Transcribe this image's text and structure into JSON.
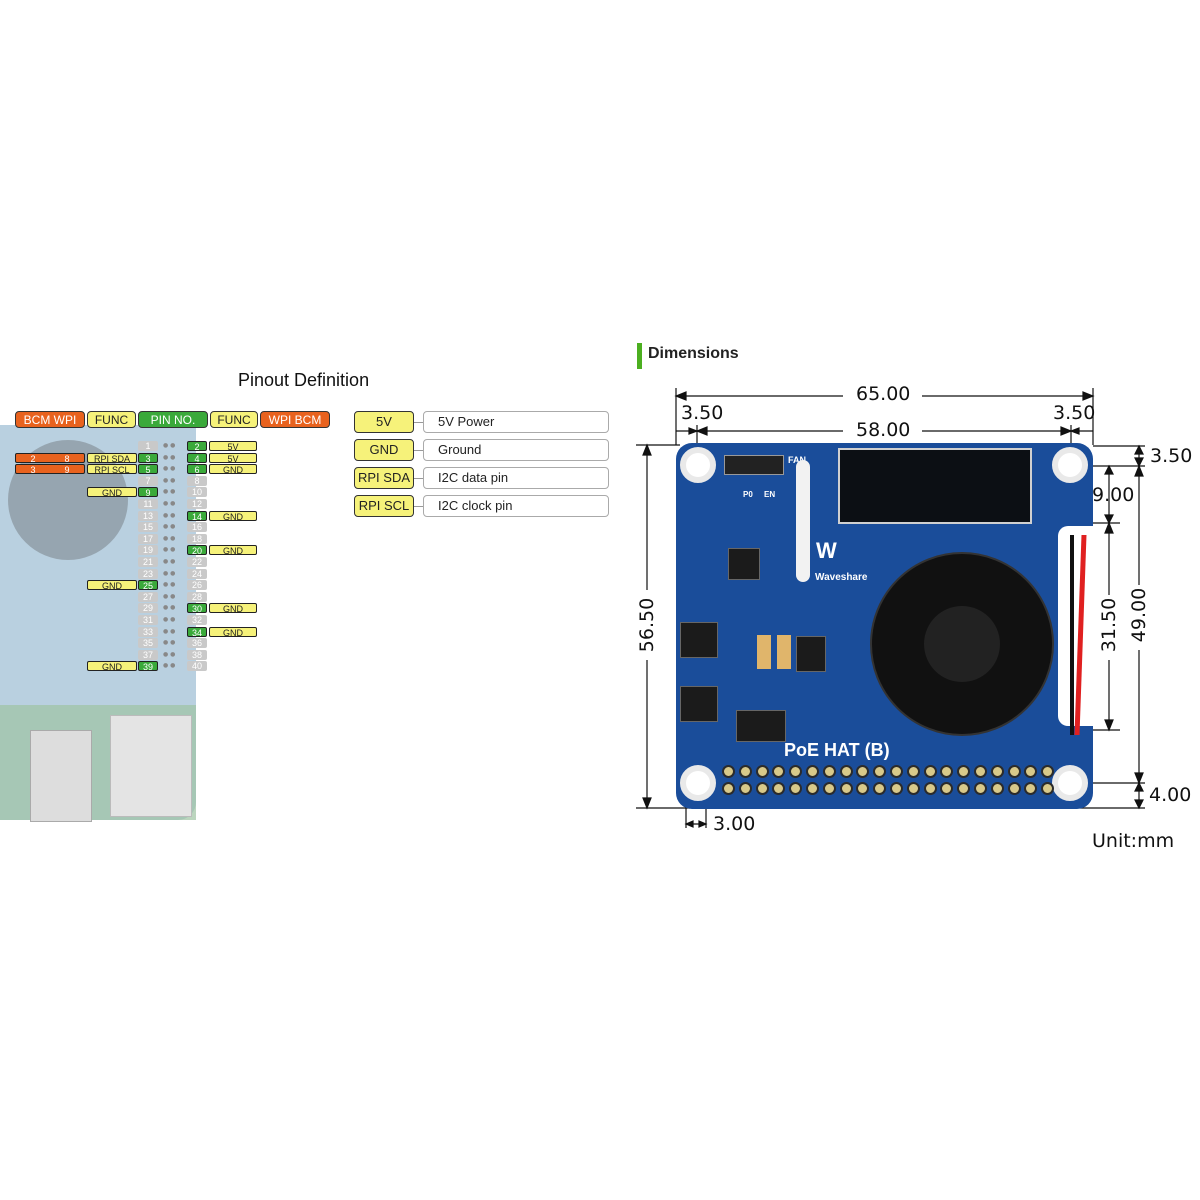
{
  "pinout": {
    "title": "Pinout Definition",
    "headers": {
      "left_bcm_wpi": "BCM   WPI",
      "left_func": "FUNC",
      "pin_no": "PIN NO.",
      "right_func": "FUNC",
      "right_wpi_bcm": "WPI   BCM"
    },
    "left_pins": [
      {
        "pin": "1",
        "active": false
      },
      {
        "pin": "3",
        "active": true,
        "func": "RPI SDA",
        "bcm": "2",
        "wpi": "8"
      },
      {
        "pin": "5",
        "active": true,
        "func": "RPI SCL",
        "bcm": "3",
        "wpi": "9"
      },
      {
        "pin": "7",
        "active": false
      },
      {
        "pin": "9",
        "active": true,
        "func": "GND"
      },
      {
        "pin": "11",
        "active": false
      },
      {
        "pin": "13",
        "active": false
      },
      {
        "pin": "15",
        "active": false
      },
      {
        "pin": "17",
        "active": false
      },
      {
        "pin": "19",
        "active": false
      },
      {
        "pin": "21",
        "active": false
      },
      {
        "pin": "23",
        "active": false
      },
      {
        "pin": "25",
        "active": true,
        "func": "GND"
      },
      {
        "pin": "27",
        "active": false
      },
      {
        "pin": "29",
        "active": false
      },
      {
        "pin": "31",
        "active": false
      },
      {
        "pin": "33",
        "active": false
      },
      {
        "pin": "35",
        "active": false
      },
      {
        "pin": "37",
        "active": false
      },
      {
        "pin": "39",
        "active": true,
        "func": "GND"
      }
    ],
    "right_pins": [
      {
        "pin": "2",
        "active": true,
        "func": "5V"
      },
      {
        "pin": "4",
        "active": true,
        "func": "5V"
      },
      {
        "pin": "6",
        "active": true,
        "func": "GND"
      },
      {
        "pin": "8",
        "active": false
      },
      {
        "pin": "10",
        "active": false
      },
      {
        "pin": "12",
        "active": false
      },
      {
        "pin": "14",
        "active": true,
        "func": "GND"
      },
      {
        "pin": "16",
        "active": false
      },
      {
        "pin": "18",
        "active": false
      },
      {
        "pin": "20",
        "active": true,
        "func": "GND"
      },
      {
        "pin": "22",
        "active": false
      },
      {
        "pin": "24",
        "active": false
      },
      {
        "pin": "26",
        "active": false
      },
      {
        "pin": "28",
        "active": false
      },
      {
        "pin": "30",
        "active": true,
        "func": "GND"
      },
      {
        "pin": "32",
        "active": false
      },
      {
        "pin": "34",
        "active": true,
        "func": "GND"
      },
      {
        "pin": "36",
        "active": false
      },
      {
        "pin": "38",
        "active": false
      },
      {
        "pin": "40",
        "active": false
      }
    ],
    "legend": [
      {
        "key": "5V",
        "desc": "5V Power"
      },
      {
        "key": "GND",
        "desc": "Ground"
      },
      {
        "key": "RPI SDA",
        "desc": "I2C data pin"
      },
      {
        "key": "RPI SCL",
        "desc": "I2C clock pin"
      }
    ]
  },
  "dimensions": {
    "title": "Dimensions",
    "accent_color": "#4caf20",
    "board": {
      "label": "PoE HAT (B)",
      "brand": "Waveshare",
      "fan_label": "FAN",
      "switch_labels": [
        "P0",
        "EN"
      ]
    },
    "measurements": {
      "total_width": "65.00",
      "hole_span_width": "58.00",
      "left_edge_offset": "3.50",
      "right_edge_offset": "3.50",
      "total_height": "56.50",
      "top_offset": "3.50",
      "notch_top_offset": "9.00",
      "notch_height": "31.50",
      "hole_span_height": "49.00",
      "bottom_offset": "4.00",
      "hole_diameter": "3.00"
    },
    "unit": "Unit:mm"
  }
}
